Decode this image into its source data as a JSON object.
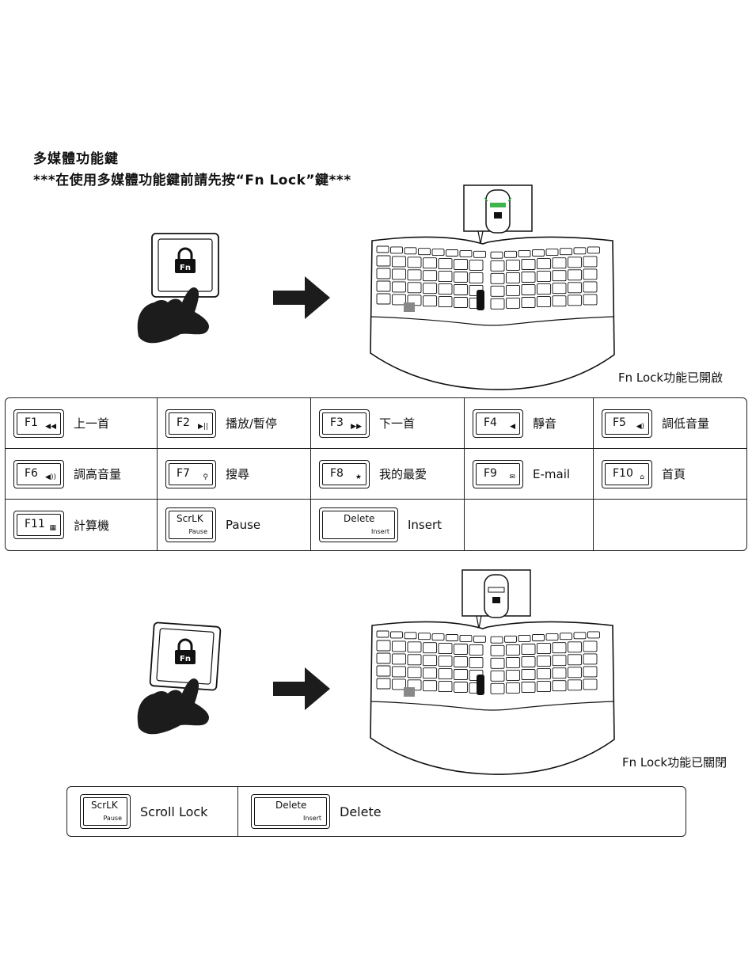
{
  "heading": "多媒體功能鍵",
  "subheading": "***在使用多媒體功能鍵前請先按“Fn Lock”鍵***",
  "fn_key_label": "Fn",
  "lock_on_caption": "Fn Lock功能已開啟",
  "lock_off_caption": "Fn Lock功能已關閉",
  "lock_on_indicator_color": "#3db54a",
  "fn_on_table": [
    [
      {
        "key": "F1",
        "icon": "rewind-icon",
        "glyph": "◀◀",
        "label": "上一首"
      },
      {
        "key": "F2",
        "icon": "play-pause-icon",
        "glyph": "▶||",
        "label": "播放/暫停"
      },
      {
        "key": "F3",
        "icon": "fast-forward-icon",
        "glyph": "▶▶",
        "label": "下一首"
      },
      {
        "key": "F4",
        "icon": "mute-icon",
        "glyph": "◀",
        "label": "靜音"
      },
      {
        "key": "F5",
        "icon": "volume-down-icon",
        "glyph": "◀)",
        "label": "調低音量"
      }
    ],
    [
      {
        "key": "F6",
        "icon": "volume-up-icon",
        "glyph": "◀))",
        "label": "調高音量"
      },
      {
        "key": "F7",
        "icon": "search-icon",
        "glyph": "⚲",
        "label": "搜尋"
      },
      {
        "key": "F8",
        "icon": "star-icon",
        "glyph": "★",
        "label": "我的最愛"
      },
      {
        "key": "F9",
        "icon": "mail-icon",
        "glyph": "✉",
        "label": "E-mail"
      },
      {
        "key": "F10",
        "icon": "home-icon",
        "glyph": "⌂",
        "label": "首頁"
      }
    ],
    [
      {
        "key": "F11",
        "icon": "calculator-icon",
        "glyph": "▦",
        "label": "計算機"
      },
      {
        "key": "ScrLK",
        "sub": "Pause",
        "label": "Pause"
      },
      {
        "key": "Delete",
        "sub": "Insert",
        "label": "Insert"
      }
    ]
  ],
  "fn_off_table": [
    {
      "key": "ScrLK",
      "sub": "Pause",
      "label": "Scroll Lock"
    },
    {
      "key": "Delete",
      "sub": "Insert",
      "label": "Delete"
    }
  ]
}
